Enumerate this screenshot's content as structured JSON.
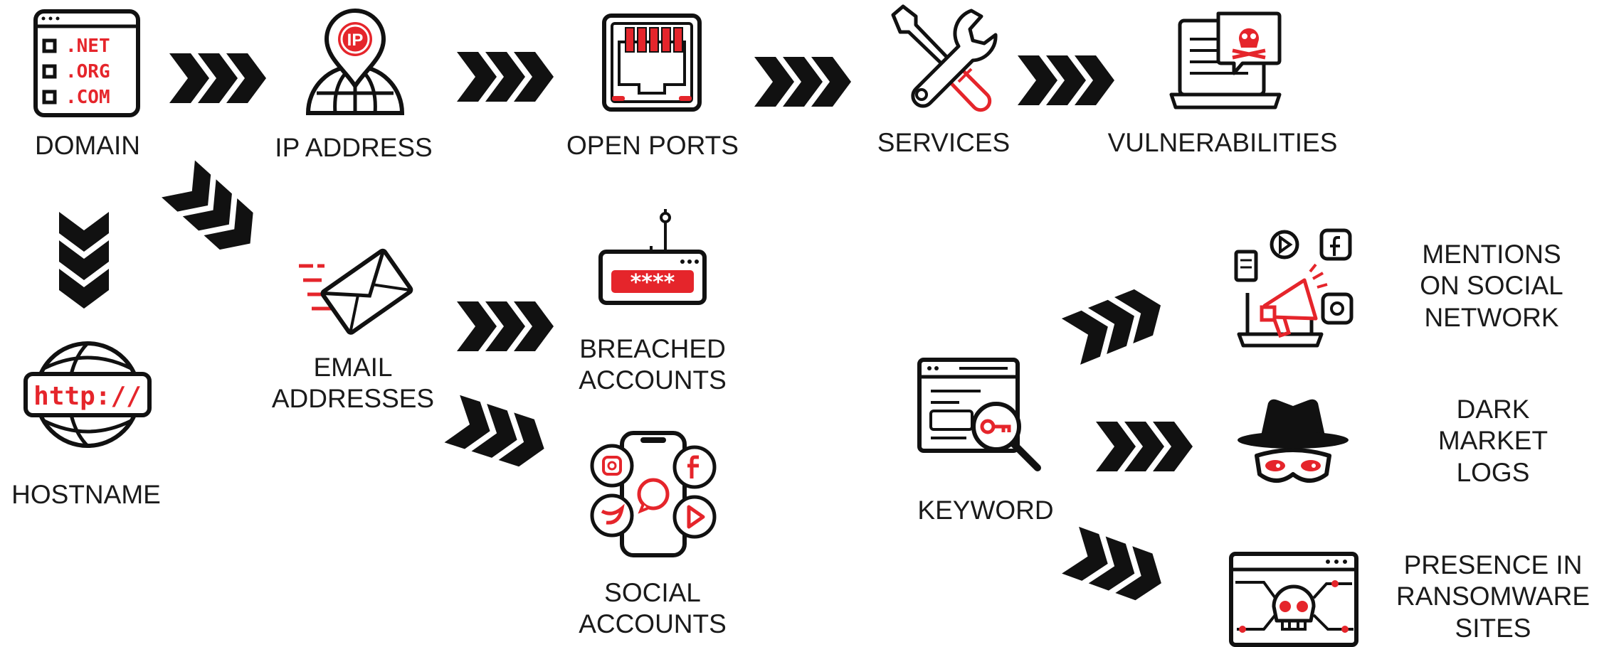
{
  "nodes": {
    "domain": {
      "label": "DOMAIN",
      "icon": "domain-list-icon"
    },
    "ip_address": {
      "label": "IP ADDRESS",
      "icon": "ip-location-pin-icon"
    },
    "open_ports": {
      "label": "OPEN PORTS",
      "icon": "network-port-icon"
    },
    "services": {
      "label": "SERVICES",
      "icon": "wrench-screwdriver-icon"
    },
    "vulnerabilities": {
      "label": "VULNERABILITIES",
      "icon": "skull-laptop-icon"
    },
    "hostname": {
      "label": "HOSTNAME",
      "icon": "http-globe-icon"
    },
    "email_addresses": {
      "lines": [
        "EMAIL",
        "ADDRESSES"
      ],
      "icon": "envelope-icon"
    },
    "breached_accounts": {
      "lines": [
        "BREACHED",
        "ACCOUNTS"
      ],
      "icon": "password-hook-icon"
    },
    "social_accounts": {
      "lines": [
        "SOCIAL",
        "ACCOUNTS"
      ],
      "icon": "smartphone-social-icon"
    },
    "keyword": {
      "label": "KEYWORD",
      "icon": "keyword-search-icon"
    },
    "mentions": {
      "lines": [
        "MENTIONS",
        "ON SOCIAL",
        "NETWORK"
      ],
      "icon": "megaphone-social-icon"
    },
    "dark_market": {
      "lines": [
        "DARK",
        "MARKET",
        "LOGS"
      ],
      "icon": "spy-hat-mask-icon"
    },
    "ransomware": {
      "lines": [
        "PRESENCE IN",
        "RANSOMWARE",
        "SITES"
      ],
      "icon": "skull-browser-icon"
    },
    "domain_tlds": [
      ".NET",
      ".ORG",
      ".COM"
    ],
    "ip_badge": "IP",
    "http_badge": "http://",
    "password_mask": "****"
  },
  "colors": {
    "ink": "#1a1a1a",
    "accent": "#e5252b"
  }
}
